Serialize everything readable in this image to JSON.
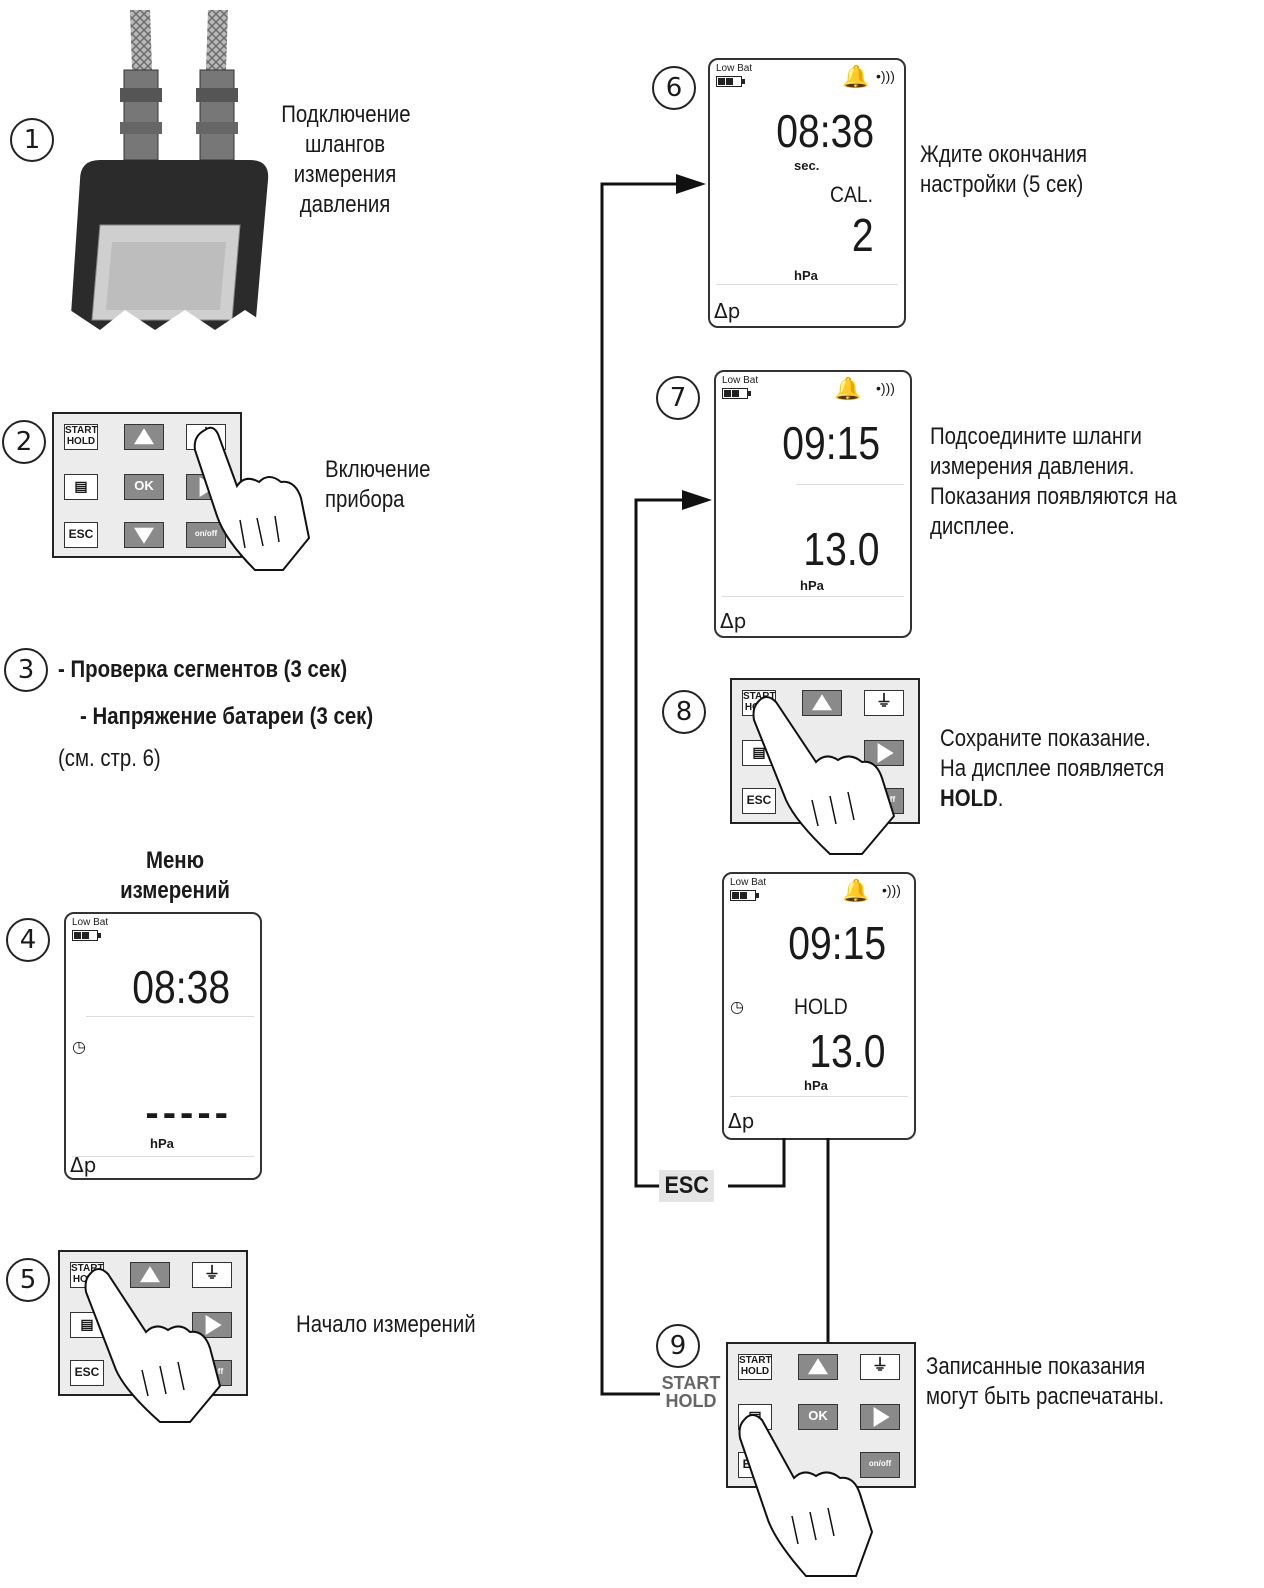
{
  "steps": {
    "s1": {
      "num": "1",
      "text": [
        "Подключение",
        "шлангов",
        "измерения",
        "давления"
      ]
    },
    "s2": {
      "num": "2",
      "text": [
        "Включение",
        "прибора"
      ]
    },
    "s3": {
      "num": "3",
      "line1": "- Проверка сегментов (3 сек)",
      "line2": "- Напряжение батареи (3 сек)",
      "line3": "(см. стр. 6)"
    },
    "s4": {
      "num": "4",
      "title": [
        "Меню",
        "измерений"
      ]
    },
    "s5": {
      "num": "5",
      "text": "Начало измерений"
    },
    "s6": {
      "num": "6",
      "text": [
        "Ждите окончания",
        "настройки (5 сек)"
      ]
    },
    "s7": {
      "num": "7",
      "text": [
        "Подсоедините шланги",
        "измерения давления.",
        "Показания появляются на",
        "дисплее."
      ]
    },
    "s8": {
      "num": "8",
      "text1": "Сохраните показание.",
      "text2": "На дисплее появляется",
      "text3_bold": "HOLD",
      "text3_rest": "."
    },
    "s9": {
      "num": "9",
      "text": [
        "Записанные показания",
        "могут быть распечатаны."
      ]
    }
  },
  "lcd": {
    "low_bat": "Low Bat",
    "dp": "Δp",
    "hpa": "hPa",
    "d4": {
      "time": "08:38",
      "value": "-----"
    },
    "d6": {
      "time": "08:38",
      "sec": "sec.",
      "mode": "CAL.",
      "value": "2"
    },
    "d7": {
      "time": "09:15",
      "value": "13.0"
    },
    "d8": {
      "time": "09:15",
      "mode": "HOLD",
      "value": "13.0"
    }
  },
  "keypad": {
    "start": "START",
    "hold": "HOLD",
    "ok": "OK",
    "esc": "ESC",
    "onoff": "on/off"
  },
  "flow": {
    "esc": "ESC",
    "start": "START",
    "hold": "HOLD"
  },
  "icons": [
    "bell-icon",
    "speaker-icon",
    "clock-icon",
    "battery-icon",
    "hand-icon",
    "printer-icon",
    "arrow-icon"
  ]
}
